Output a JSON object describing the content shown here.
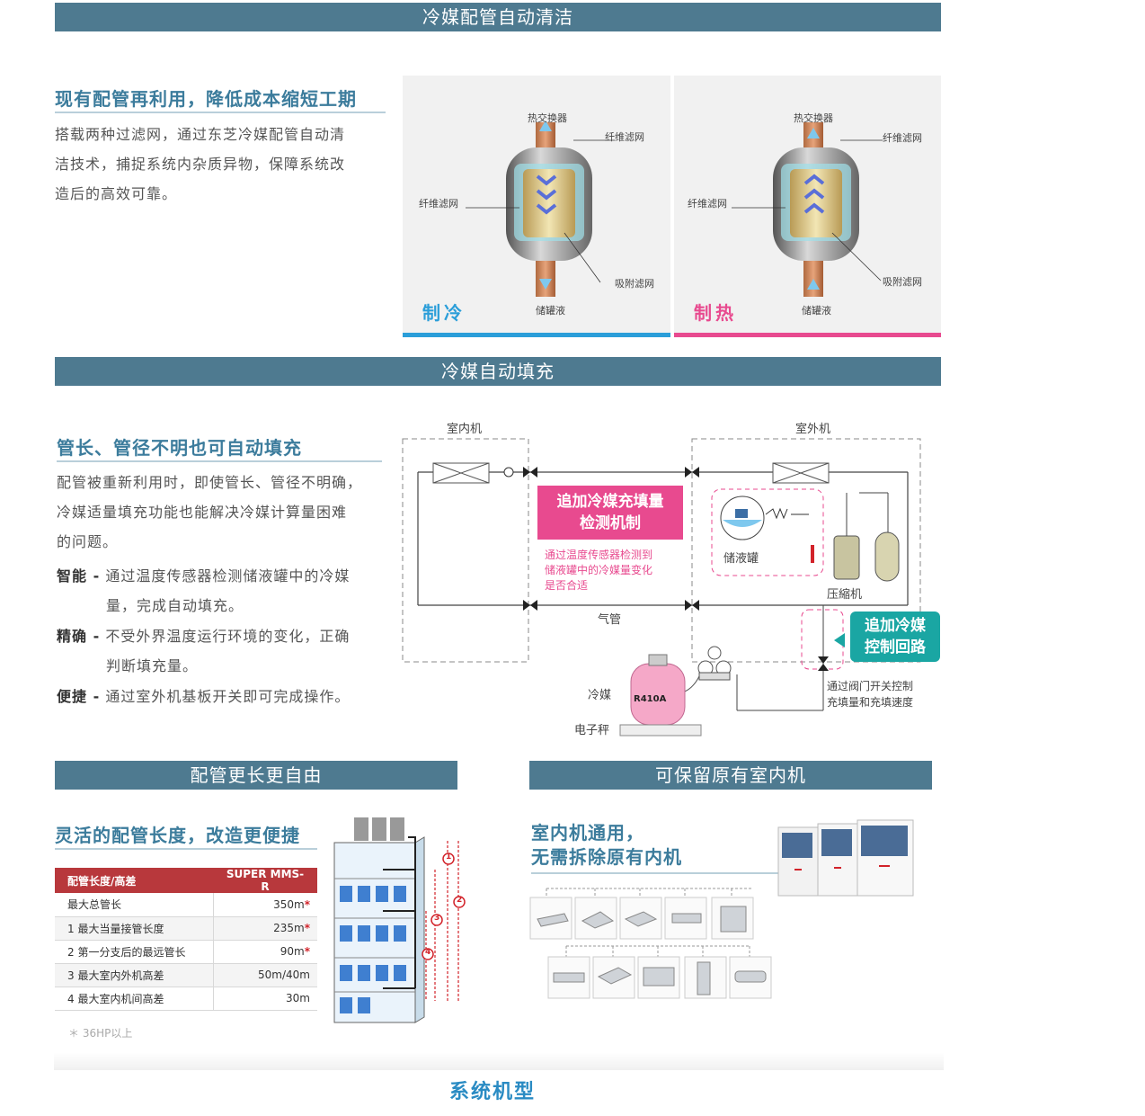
{
  "section1": {
    "banner": "冷媒配管自动清洁",
    "heading": "现有配管再利用，降低成本缩短工期",
    "body": [
      "搭载两种过滤网，通过东芝冷媒配管自动清",
      "洁技术，捕捉系统内杂质异物，保障系统改",
      "造后的高效可靠。"
    ],
    "cooling": {
      "mode": "制冷",
      "labels": {
        "heat_exchanger": "热交换器",
        "fiber_top": "纤维滤网",
        "fiber_left": "纤维滤网",
        "adsorb": "吸附滤网",
        "receiver": "储罐液"
      }
    },
    "heating": {
      "mode": "制热",
      "labels": {
        "heat_exchanger": "热交换器",
        "fiber_top": "纤维滤网",
        "fiber_left": "纤维滤网",
        "adsorb": "吸附滤网",
        "receiver": "储罐液"
      }
    },
    "colors": {
      "cool": "#2b9ed9",
      "heat": "#e84a8f"
    }
  },
  "section2": {
    "banner": "冷媒自动填充",
    "heading": "管长、管径不明也可自动填充",
    "body": [
      "配管被重新利用时，即使管长、管径不明确，",
      "冷媒适量填充功能也能解决冷媒计算量困难",
      "的问题。"
    ],
    "features": [
      {
        "term": "智能 -",
        "lines": [
          "通过温度传感器检测储液罐中的冷媒",
          "量，完成自动填充。"
        ]
      },
      {
        "term": "精确 -",
        "lines": [
          "不受外界温度运行环境的变化，正确",
          "判断填充量。"
        ]
      },
      {
        "term": "便捷 -",
        "lines": [
          "通过室外机基板开关即可完成操作。"
        ]
      }
    ],
    "diagram": {
      "indoor": "室内机",
      "outdoor": "室外机",
      "callout_pink": [
        "追加冷媒充填量",
        "检测机制"
      ],
      "pink_note": [
        "通过温度传感器检测到",
        "储液罐中的冷媒量变化",
        "是否合适"
      ],
      "receiver": "储液罐",
      "compressor": "压縮机",
      "gas_pipe": "气管",
      "callout_teal": [
        "追加冷媒",
        "控制回路"
      ],
      "valve_note": [
        "通过阀门开关控制",
        "充填量和充填速度"
      ],
      "refrigerant": "冷媒",
      "tank_label": "R410A",
      "scale": "电子秤"
    }
  },
  "section3": {
    "banner": "配管更长更自由",
    "heading": "灵活的配管长度，改造更便捷",
    "table": {
      "headers": [
        "配管长度/高差",
        "SUPER MMS-R"
      ],
      "rows": [
        {
          "label": "最大总管长",
          "value": "350m",
          "star": "*"
        },
        {
          "label": "1  最大当量接管长度",
          "value": "235m",
          "star": "*"
        },
        {
          "label": "2  第一分支后的最远管长",
          "value": "90m",
          "star": "*"
        },
        {
          "label": "3  最大室内外机高差",
          "value": "50m/40m",
          "star": ""
        },
        {
          "label": "4  最大室内机间高差",
          "value": "30m",
          "star": ""
        }
      ],
      "footnote": "＊ 36HP以上"
    },
    "markers": [
      "1",
      "2",
      "3",
      "4"
    ]
  },
  "section4": {
    "banner": "可保留原有室内机",
    "heading": [
      "室内机通用，",
      "无需拆除原有内机"
    ]
  },
  "footer": {
    "title": "系统机型"
  }
}
